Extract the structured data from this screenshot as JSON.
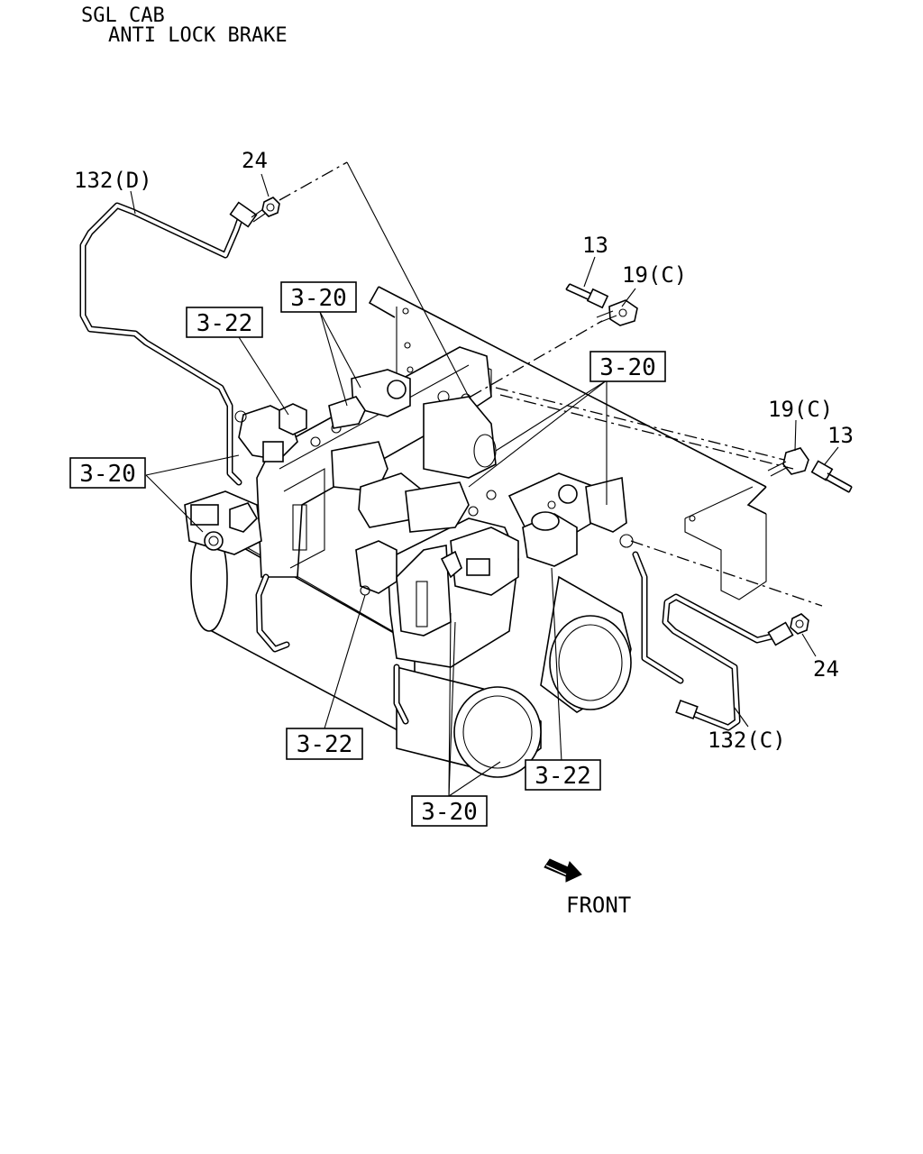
{
  "header": {
    "line1": "SGL CAB",
    "line2": "ANTI LOCK BRAKE"
  },
  "labels": {
    "pipe_d": "132(D)",
    "nut_top": "24",
    "sensor_top": "13",
    "connector_top": "19(C)",
    "connector_right": "19(C)",
    "sensor_right": "13",
    "nut_right": "24",
    "pipe_c": "132(C)"
  },
  "refs": {
    "ref_3_20_top": "3-20",
    "ref_3_22_top": "3-22",
    "ref_3_20_right": "3-20",
    "ref_3_20_left": "3-20",
    "ref_3_22_bottom_left": "3-22",
    "ref_3_22_bottom_right": "3-22",
    "ref_3_20_bottom": "3-20"
  },
  "front_label": "FRONT",
  "icons": {
    "front_arrow": "front-arrow-icon"
  }
}
